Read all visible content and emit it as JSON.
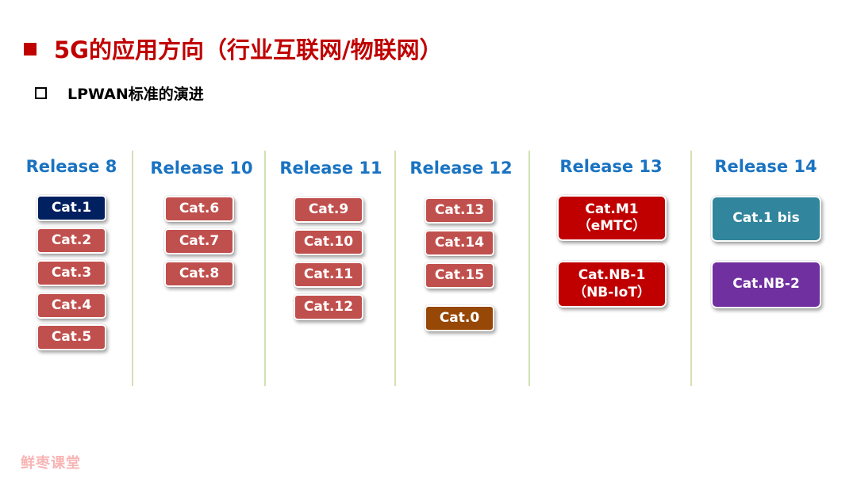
{
  "header": {
    "title": "5G的应用方向（行业互联网/物联网）",
    "subtitle": "LPWAN标准的演进",
    "title_color": "#c00000"
  },
  "colors": {
    "release_heading": "#1a73c2",
    "divider": "#d4e0b4",
    "cat_default": "#c0504d",
    "cat1_r8": "#002060",
    "cat0": "#974706",
    "r13": "#c00000",
    "cat1bis": "#31859c",
    "catnb2": "#7030a0"
  },
  "releases": [
    {
      "label": "Release 8",
      "categories": [
        {
          "line1": "Cat.1",
          "line2": "",
          "color": "#002060"
        },
        {
          "line1": "Cat.2",
          "line2": "",
          "color": "#c0504d"
        },
        {
          "line1": "Cat.3",
          "line2": "",
          "color": "#c0504d"
        },
        {
          "line1": "Cat.4",
          "line2": "",
          "color": "#c0504d"
        },
        {
          "line1": "Cat.5",
          "line2": "",
          "color": "#c0504d"
        }
      ]
    },
    {
      "label": "Release 10",
      "categories": [
        {
          "line1": "Cat.6",
          "line2": "",
          "color": "#c0504d"
        },
        {
          "line1": "Cat.7",
          "line2": "",
          "color": "#c0504d"
        },
        {
          "line1": "Cat.8",
          "line2": "",
          "color": "#c0504d"
        }
      ]
    },
    {
      "label": "Release 11",
      "categories": [
        {
          "line1": "Cat.9",
          "line2": "",
          "color": "#c0504d"
        },
        {
          "line1": "Cat.10",
          "line2": "",
          "color": "#c0504d"
        },
        {
          "line1": "Cat.11",
          "line2": "",
          "color": "#c0504d"
        },
        {
          "line1": "Cat.12",
          "line2": "",
          "color": "#c0504d"
        }
      ]
    },
    {
      "label": "Release 12",
      "categories": [
        {
          "line1": "Cat.13",
          "line2": "",
          "color": "#c0504d"
        },
        {
          "line1": "Cat.14",
          "line2": "",
          "color": "#c0504d"
        },
        {
          "line1": "Cat.15",
          "line2": "",
          "color": "#c0504d"
        },
        {
          "line1": "Cat.0",
          "line2": "",
          "color": "#974706"
        }
      ]
    },
    {
      "label": "Release 13",
      "categories": [
        {
          "line1": "Cat.M1",
          "line2": "（eMTC）",
          "color": "#c00000"
        },
        {
          "line1": "Cat.NB-1",
          "line2": "（NB-IoT）",
          "color": "#c00000"
        }
      ]
    },
    {
      "label": "Release 14",
      "categories": [
        {
          "line1": "Cat.1 bis",
          "line2": "",
          "color": "#31859c"
        },
        {
          "line1": "Cat.NB-2",
          "line2": "",
          "color": "#7030a0"
        }
      ]
    }
  ],
  "watermark": "鲜枣课堂"
}
